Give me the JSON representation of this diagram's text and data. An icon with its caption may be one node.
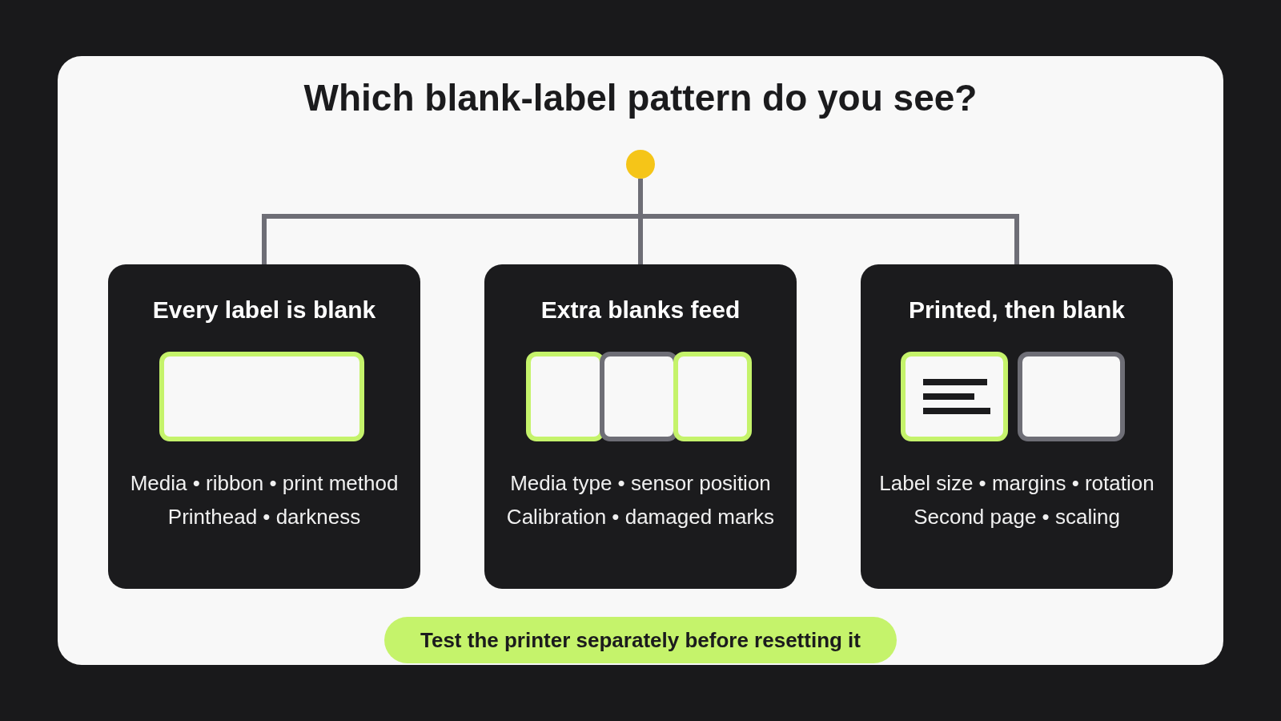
{
  "diagram": {
    "title": "Which blank-label pattern do you see?",
    "nodes": [
      {
        "text": [],
        "shape": "circle"
      },
      {
        "text": [
          "Every label is blank",
          "Media • ribbon • print method",
          "Printhead • darkness"
        ]
      },
      {
        "text": [
          "Extra blanks feed",
          "Media type • sensor position",
          "Calibration • damaged marks"
        ]
      },
      {
        "text": [
          "Printed, then blank",
          "Label size • margins • rotation",
          "Second page • scaling"
        ]
      },
      {
        "text": [
          "Test the printer separately before resetting it"
        ]
      }
    ],
    "edges": [
      {
        "from": 0,
        "to": 1,
        "arrow": "none"
      },
      {
        "from": 0,
        "to": 2,
        "arrow": "none"
      },
      {
        "from": 0,
        "to": 3,
        "arrow": "none"
      }
    ]
  }
}
